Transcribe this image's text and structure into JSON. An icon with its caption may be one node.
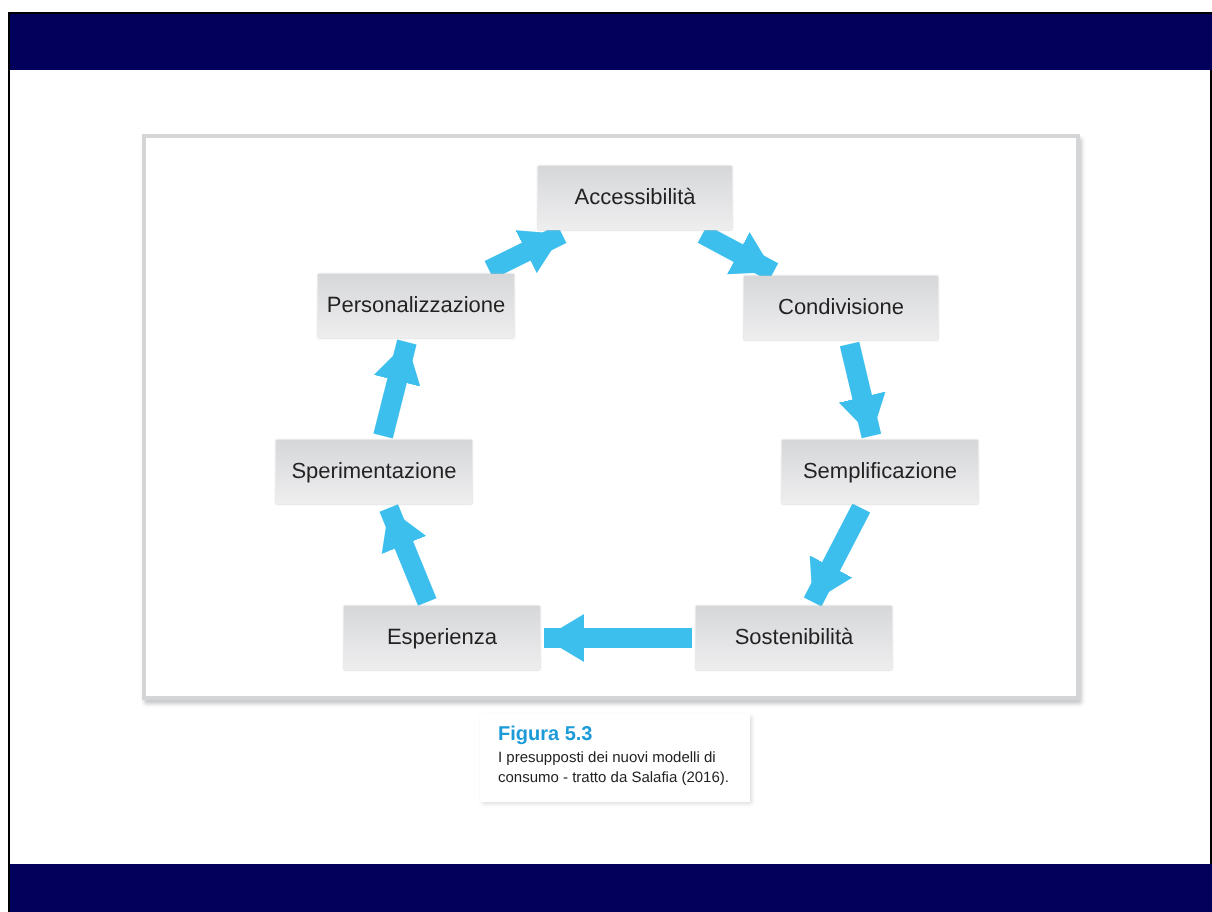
{
  "diagram": {
    "caption": "I presupposti dei nuovi modelli di consumo - tratto da Salafia (2016).",
    "nodes": [
      {
        "text": [
          "Accessibilità"
        ]
      },
      {
        "text": [
          "Condivisione"
        ]
      },
      {
        "text": [
          "Semplificazione"
        ]
      },
      {
        "text": [
          "Sostenibilità"
        ]
      },
      {
        "text": [
          "Esperienza"
        ]
      },
      {
        "text": [
          "Sperimentazione"
        ]
      },
      {
        "text": [
          "Personalizzazione"
        ]
      }
    ],
    "edges": [
      {
        "from": 0,
        "to": 1,
        "arrow": "to"
      },
      {
        "from": 1,
        "to": 2,
        "arrow": "to"
      },
      {
        "from": 2,
        "to": 3,
        "arrow": "to"
      },
      {
        "from": 3,
        "to": 4,
        "arrow": "to"
      },
      {
        "from": 4,
        "to": 5,
        "arrow": "to"
      },
      {
        "from": 5,
        "to": 6,
        "arrow": "to"
      },
      {
        "from": 6,
        "to": 0,
        "arrow": "to"
      }
    ],
    "labels": [
      "Figura 5.3"
    ]
  }
}
